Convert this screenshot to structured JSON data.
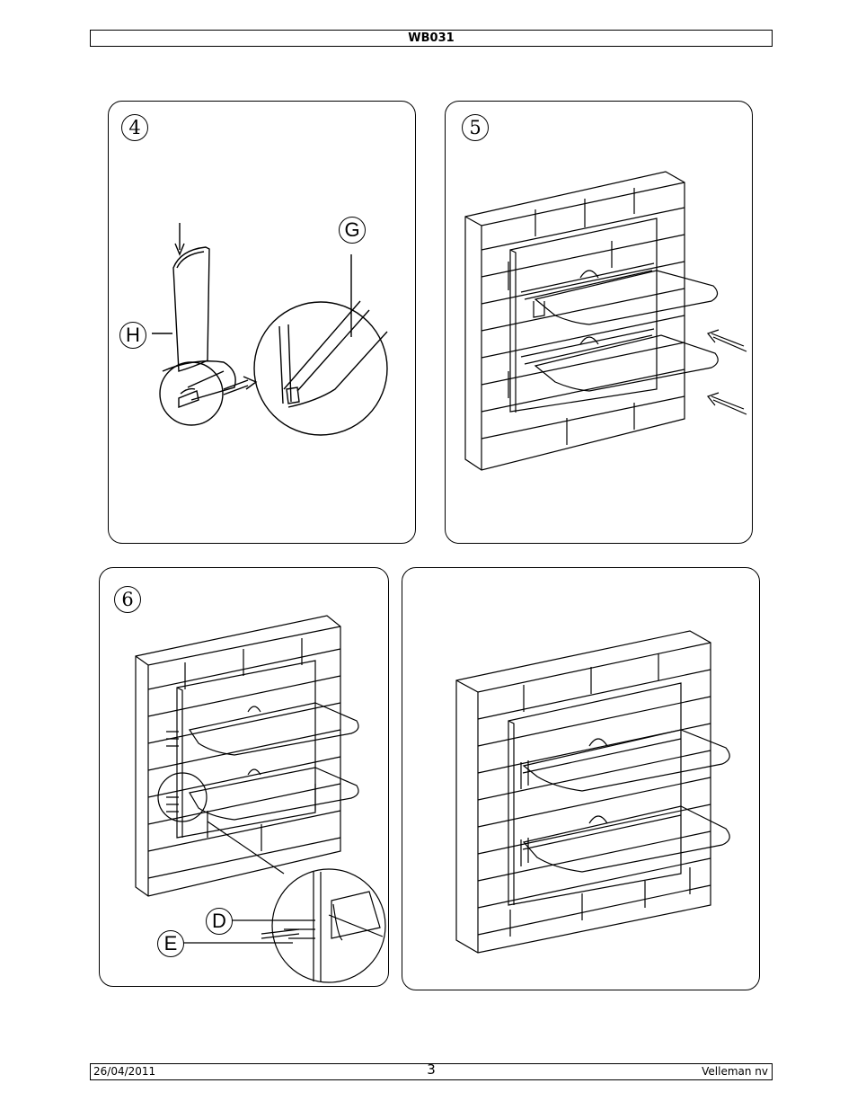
{
  "header": {
    "model": "WB031"
  },
  "footer": {
    "date": "26/04/2011",
    "page": "3",
    "company": "Velleman nv"
  },
  "panels": {
    "p4": {
      "step": "4",
      "labels": {
        "g": "G",
        "h": "H"
      }
    },
    "p5": {
      "step": "5"
    },
    "p6": {
      "step": "6",
      "labels": {
        "d": "D",
        "e": "E"
      }
    },
    "p7": {}
  }
}
